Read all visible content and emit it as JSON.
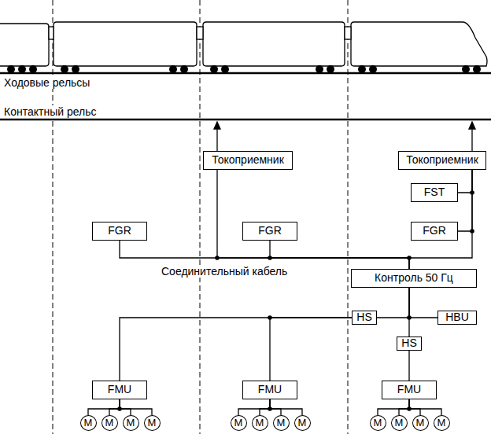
{
  "diagram": {
    "nodes": [
      {
        "text": [
          "Токоприемник"
        ]
      },
      {
        "text": [
          "Токоприемник"
        ]
      },
      {
        "text": [
          "FST"
        ]
      },
      {
        "text": [
          "FGR"
        ]
      },
      {
        "text": [
          "FGR"
        ]
      },
      {
        "text": [
          "FGR"
        ]
      },
      {
        "text": [
          "Контроль 50 Гц"
        ]
      },
      {
        "text": [
          "HS"
        ]
      },
      {
        "text": [
          "HBU"
        ]
      },
      {
        "text": [
          "HS"
        ]
      },
      {
        "text": [
          "FMU"
        ]
      },
      {
        "text": [
          "FMU"
        ]
      },
      {
        "text": [
          "FMU"
        ]
      },
      {
        "text": [
          "M"
        ]
      },
      {
        "text": [
          "M"
        ]
      },
      {
        "text": [
          "M"
        ]
      },
      {
        "text": [
          "M"
        ]
      },
      {
        "text": [
          "M"
        ]
      },
      {
        "text": [
          "M"
        ]
      },
      {
        "text": [
          "M"
        ]
      },
      {
        "text": [
          "M"
        ]
      },
      {
        "text": [
          "M"
        ]
      },
      {
        "text": [
          "M"
        ]
      },
      {
        "text": [
          "M"
        ]
      },
      {
        "text": [
          "M"
        ]
      }
    ],
    "edges": [
      {
        "from": 3,
        "to": 6,
        "arrow": "none"
      },
      {
        "from": 0,
        "to": 6,
        "arrow": "none"
      },
      {
        "from": 4,
        "to": 6,
        "arrow": "none"
      },
      {
        "from": 1,
        "to": 6,
        "arrow": "none"
      },
      {
        "from": 2,
        "to": 1,
        "arrow": "none"
      },
      {
        "from": 5,
        "to": 1,
        "arrow": "none"
      },
      {
        "from": 6,
        "to": 7,
        "arrow": "none"
      },
      {
        "from": 6,
        "to": 8,
        "arrow": "none"
      },
      {
        "from": 6,
        "to": 9,
        "arrow": "none"
      },
      {
        "from": 7,
        "to": 10,
        "arrow": "none"
      },
      {
        "from": 7,
        "to": 11,
        "arrow": "none"
      },
      {
        "from": 9,
        "to": 12,
        "arrow": "none"
      },
      {
        "from": 10,
        "to": 13,
        "arrow": "none"
      },
      {
        "from": 10,
        "to": 14,
        "arrow": "none"
      },
      {
        "from": 10,
        "to": 15,
        "arrow": "none"
      },
      {
        "from": 10,
        "to": 16,
        "arrow": "none"
      },
      {
        "from": 11,
        "to": 17,
        "arrow": "none"
      },
      {
        "from": 11,
        "to": 18,
        "arrow": "none"
      },
      {
        "from": 11,
        "to": 19,
        "arrow": "none"
      },
      {
        "from": 11,
        "to": 20,
        "arrow": "none"
      },
      {
        "from": 12,
        "to": 21,
        "arrow": "none"
      },
      {
        "from": 12,
        "to": 22,
        "arrow": "none"
      },
      {
        "from": 12,
        "to": 23,
        "arrow": "none"
      },
      {
        "from": 12,
        "to": 24,
        "arrow": "none"
      }
    ],
    "labels": [
      "Ходовые рельсы",
      "Контактный рельс",
      "Соединительный кабель"
    ]
  }
}
